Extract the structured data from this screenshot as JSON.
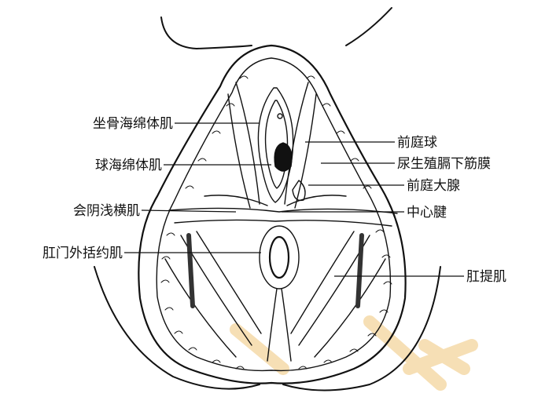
{
  "diagram": {
    "labels_left": {
      "ischiocavernosus": "坐骨海绵体肌",
      "bulbospongiosus": "球海绵体肌",
      "superficial_transverse_perineal": "会阴浅横肌",
      "external_anal_sphincter": "肛门外括约肌"
    },
    "labels_right": {
      "vestibular_bulb": "前庭球",
      "perineal_membrane": "尿生殖膈下筋膜",
      "greater_vestibular_gland": "前庭大腺",
      "central_tendon": "中心腱",
      "levator_ani": "肛提肌"
    },
    "colors": {
      "ink": "#111111",
      "paper": "#ffffff",
      "watermark": "#f4d9a8"
    }
  }
}
